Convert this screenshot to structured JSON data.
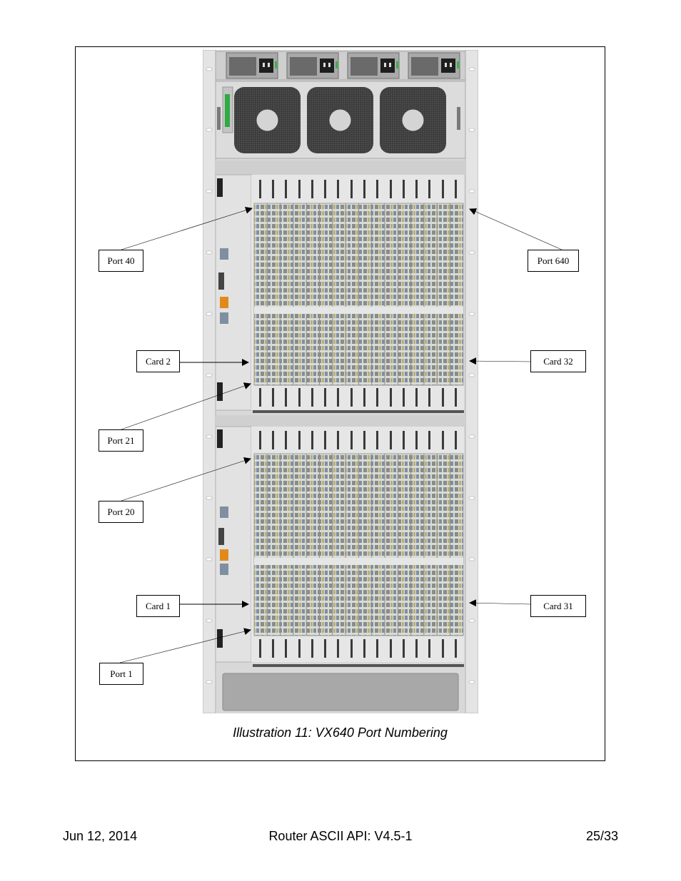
{
  "figure": {
    "callouts": {
      "port_40": "Port 40",
      "port_640": "Port 640",
      "card_2": "Card 2",
      "card_32": "Card 32",
      "port_21": "Port 21",
      "port_20": "Port 20",
      "card_1": "Card 1",
      "card_31": "Card 31",
      "port_1": "Port 1"
    },
    "caption": "Illustration 11: VX640 Port Numbering"
  },
  "footer": {
    "date": "Jun 12, 2014",
    "title": "Router ASCII API: V4.5-1",
    "page": "25/33"
  }
}
